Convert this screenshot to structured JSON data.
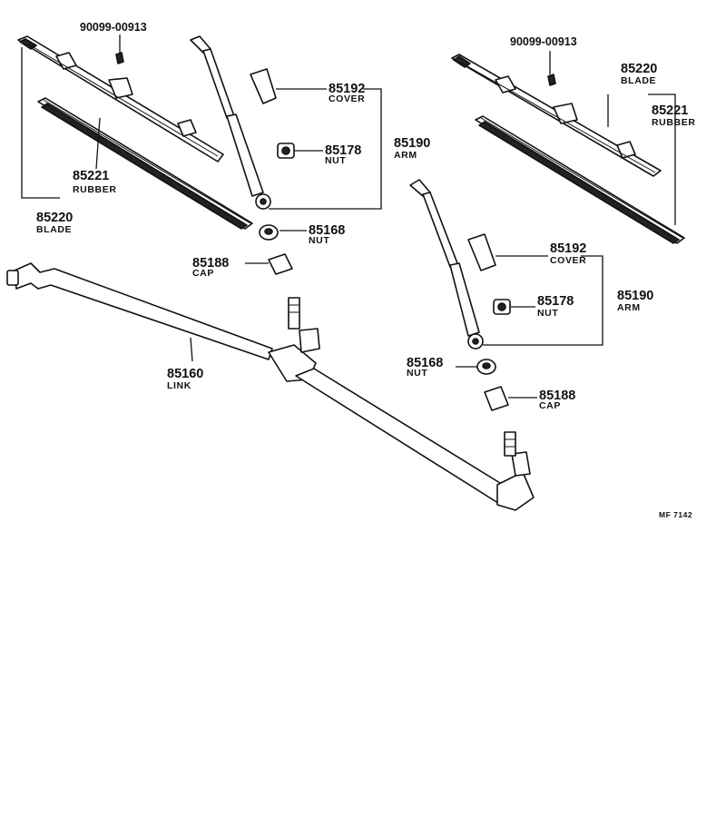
{
  "labels": {
    "left_clip_pn": "90099-00913",
    "right_clip_pn": "90099-00913",
    "left_rubber_num": "85221",
    "left_rubber_desc": "RUBBER",
    "left_blade_num": "85220",
    "left_blade_desc": "BLADE",
    "left_cover_num": "85192",
    "left_cover_desc": "COVER",
    "left_nut_small_num": "85178",
    "left_nut_small_desc": "NUT",
    "left_arm_num": "85190",
    "left_arm_desc": "ARM",
    "left_nut_large_num": "85168",
    "left_nut_large_desc": "NUT",
    "left_cap_num": "85188",
    "left_cap_desc": "CAP",
    "link_num": "85160",
    "link_desc": "LINK",
    "right_blade_num": "85220",
    "right_blade_desc": "BLADE",
    "right_rubber_num": "85221",
    "right_rubber_desc": "RUBBER",
    "right_cover_num": "85192",
    "right_cover_desc": "COVER",
    "right_nut_small_num": "85178",
    "right_nut_small_desc": "NUT",
    "right_arm_num": "85190",
    "right_arm_desc": "ARM",
    "right_nut_large_num": "85168",
    "right_nut_large_desc": "NUT",
    "right_cap_num": "85188",
    "right_cap_desc": "CAP",
    "diagram_code": "MF 7142"
  }
}
